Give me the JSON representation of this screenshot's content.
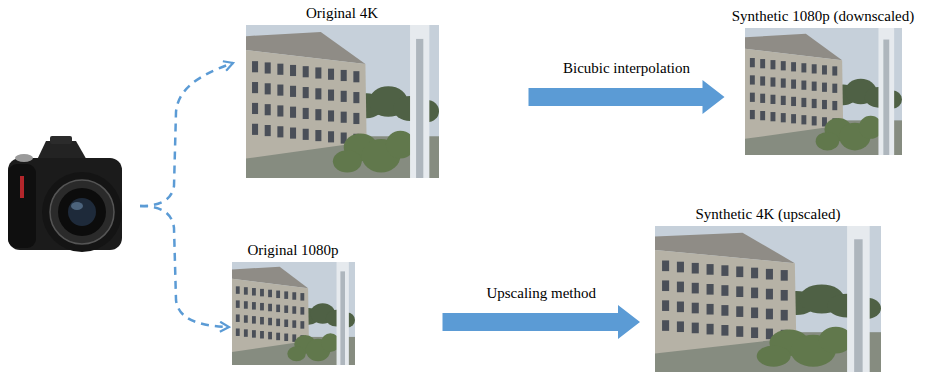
{
  "diagram": {
    "nodes": [
      {
        "text": [
          "Original 4K"
        ]
      },
      {
        "text": [
          "Synthetic 1080p (downscaled)"
        ]
      },
      {
        "text": [
          "Original 1080p"
        ]
      },
      {
        "text": [
          "Synthetic 4K (upscaled)"
        ]
      }
    ],
    "edges": [
      {
        "from": 0,
        "to": 1,
        "label": "Bicubic interpolation",
        "arrow": "to"
      },
      {
        "from": 2,
        "to": 3,
        "label": "Upscaling method",
        "arrow": "to"
      }
    ]
  }
}
